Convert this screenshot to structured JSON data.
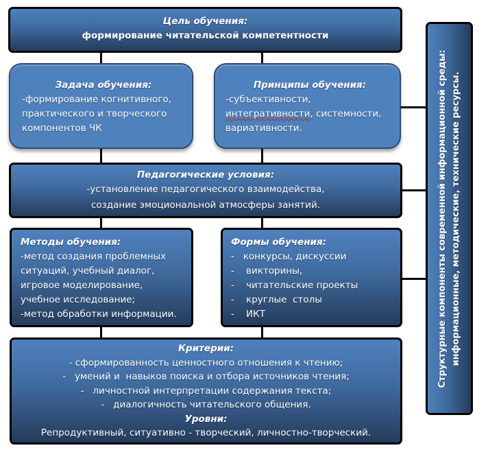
{
  "goal": {
    "title": "Цель обучения:",
    "text": "формирование читательской компетентности"
  },
  "task": {
    "title": "Задача обучения:",
    "lines": [
      "-формирование когнитивного,",
      "практического и  творческого",
      "компонентов ЧК"
    ]
  },
  "principles": {
    "title": "Принципы обучения:",
    "line1": "-субъективности,",
    "line2_underlined": "интегративности",
    "line2_rest": ", системности,",
    "line3": "вариативности."
  },
  "conditions": {
    "title": "Педагогические условия:",
    "lines": [
      "-установление педагогического взаимодейства,",
      "создание эмоциональной атмосферы занятий."
    ]
  },
  "methods": {
    "title": "Методы обучения:",
    "lines": [
      "-метод создания проблемных",
      "ситуаций, учебный диалог,",
      "игровое моделирование,",
      "учебное исследование;",
      "-метод обработки информации."
    ]
  },
  "forms": {
    "title": "Формы обучения:",
    "items": [
      "-   конкурсы, дискуссии",
      "-    викторины,",
      "-    читательские проекты",
      "-    круглые  столы",
      "-    ИКТ"
    ]
  },
  "criteria": {
    "title": "Критерии:",
    "items": [
      "- сформированность ценностного отношения к чтению;",
      "-   умений и  навыков поиска и отбора источников чтения;",
      "-   личностной интерпретации содержания текста;",
      "-   диалогичность читательского общения."
    ],
    "levels_title": "Уровни:",
    "levels_text": "Репродуктивный, ситуативно - творческий, личностно-творческий."
  },
  "side_panel": {
    "line1": "Структурные компоненты современной информационной среды:",
    "line2": "информационные, методические, технические ресурсы."
  },
  "colors": {
    "box_light": "#4f81bd",
    "box_dark": "#253c5c",
    "border": "#000000",
    "text": "#ffffff"
  }
}
